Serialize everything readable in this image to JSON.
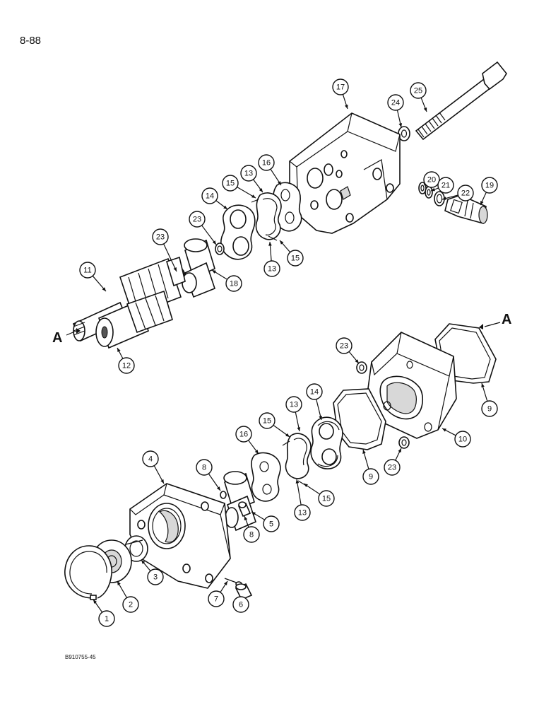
{
  "page_number": "8-88",
  "figure_code": "B910755-45",
  "ref_letter": "A",
  "callouts": [
    {
      "id": "c17",
      "label": "17"
    },
    {
      "id": "c24",
      "label": "24"
    },
    {
      "id": "c25",
      "label": "25"
    },
    {
      "id": "c16a",
      "label": "16"
    },
    {
      "id": "c13a",
      "label": "13"
    },
    {
      "id": "c15a",
      "label": "15"
    },
    {
      "id": "c20",
      "label": "20"
    },
    {
      "id": "c21",
      "label": "21"
    },
    {
      "id": "c22",
      "label": "22"
    },
    {
      "id": "c19",
      "label": "19"
    },
    {
      "id": "c14a",
      "label": "14"
    },
    {
      "id": "c23a",
      "label": "23"
    },
    {
      "id": "c23b",
      "label": "23"
    },
    {
      "id": "c15b",
      "label": "15"
    },
    {
      "id": "c13b",
      "label": "13"
    },
    {
      "id": "c18",
      "label": "18"
    },
    {
      "id": "c11",
      "label": "11"
    },
    {
      "id": "c12",
      "label": "12"
    },
    {
      "id": "c23c",
      "label": "23"
    },
    {
      "id": "c13c",
      "label": "13"
    },
    {
      "id": "c14b",
      "label": "14"
    },
    {
      "id": "c15c",
      "label": "15"
    },
    {
      "id": "c16b",
      "label": "16"
    },
    {
      "id": "c9a",
      "label": "9"
    },
    {
      "id": "c9b",
      "label": "9"
    },
    {
      "id": "c10",
      "label": "10"
    },
    {
      "id": "c23d",
      "label": "23"
    },
    {
      "id": "c4",
      "label": "4"
    },
    {
      "id": "c8a",
      "label": "8"
    },
    {
      "id": "c8b",
      "label": "8"
    },
    {
      "id": "c5",
      "label": "5"
    },
    {
      "id": "c15d",
      "label": "15"
    },
    {
      "id": "c13d",
      "label": "13"
    },
    {
      "id": "c3",
      "label": "3"
    },
    {
      "id": "c2",
      "label": "2"
    },
    {
      "id": "c1",
      "label": "1"
    },
    {
      "id": "c7",
      "label": "7"
    },
    {
      "id": "c6",
      "label": "6"
    }
  ]
}
